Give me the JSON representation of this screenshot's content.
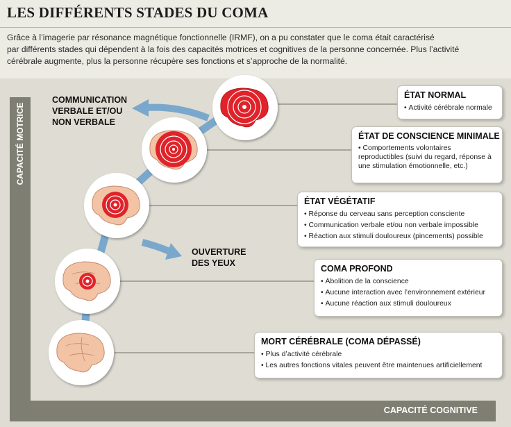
{
  "header": {
    "title": "LES DIFFÉRENTS STADES DU COMA",
    "intro_lines": [
      "Grâce à l’imagerie par résonance magnétique fonctionnelle (IRMF), on a pu constater que le coma était caractérisé",
      "par différents stades qui dépendent à la fois des capacités motrices et cognitives de la personne concernée. Plus l’activité",
      "cérébrale augmente, plus la personne récupère ses fonctions et s’approche de la normalité."
    ]
  },
  "axes": {
    "y_label": "CAPACITÉ MOTRICE",
    "x_label": "CAPACITÉ COGNITIVE"
  },
  "callouts": {
    "communication": [
      "COMMUNICATION",
      "VERBALE ET/OU",
      "NON VERBALE"
    ],
    "eyes": [
      "OUVERTURE",
      "DES YEUX"
    ]
  },
  "stages": [
    {
      "title": "ÉTAT NORMAL",
      "items": [
        "Activité cérébrale normale"
      ]
    },
    {
      "title": "ÉTAT DE CONSCIENCE MINIMALE",
      "items": [
        "Comportements volontaires reproductibles (suivi du regard, réponse à une stimulation émotionnelle, etc.)"
      ]
    },
    {
      "title": "ÉTAT VÉGÉTATIF",
      "items": [
        "Réponse du cerveau sans perception consciente",
        "Communication verbale et/ou non verbale impossible",
        "Réaction aux stimuli douloureux (pincements) possible"
      ]
    },
    {
      "title": "COMA PROFOND",
      "items": [
        "Abolition de la conscience",
        "Aucune interaction avec l’environnement extérieur",
        "Aucune réaction aux stimuli douloureux"
      ]
    },
    {
      "title": "MORT CÉRÉBRALE (COMA DÉPASSÉ)",
      "items": [
        "Plus d’activité cérébrale",
        "Les autres fonctions vitales peuvent être maintenues artificiellement"
      ]
    }
  ],
  "colors": {
    "background": "#ecebe4",
    "panel": "#dedcd3",
    "axis": "#7e7e72",
    "path": "#7aa8cc",
    "brain": "#f2c3a5",
    "activity": "#e0232a"
  }
}
